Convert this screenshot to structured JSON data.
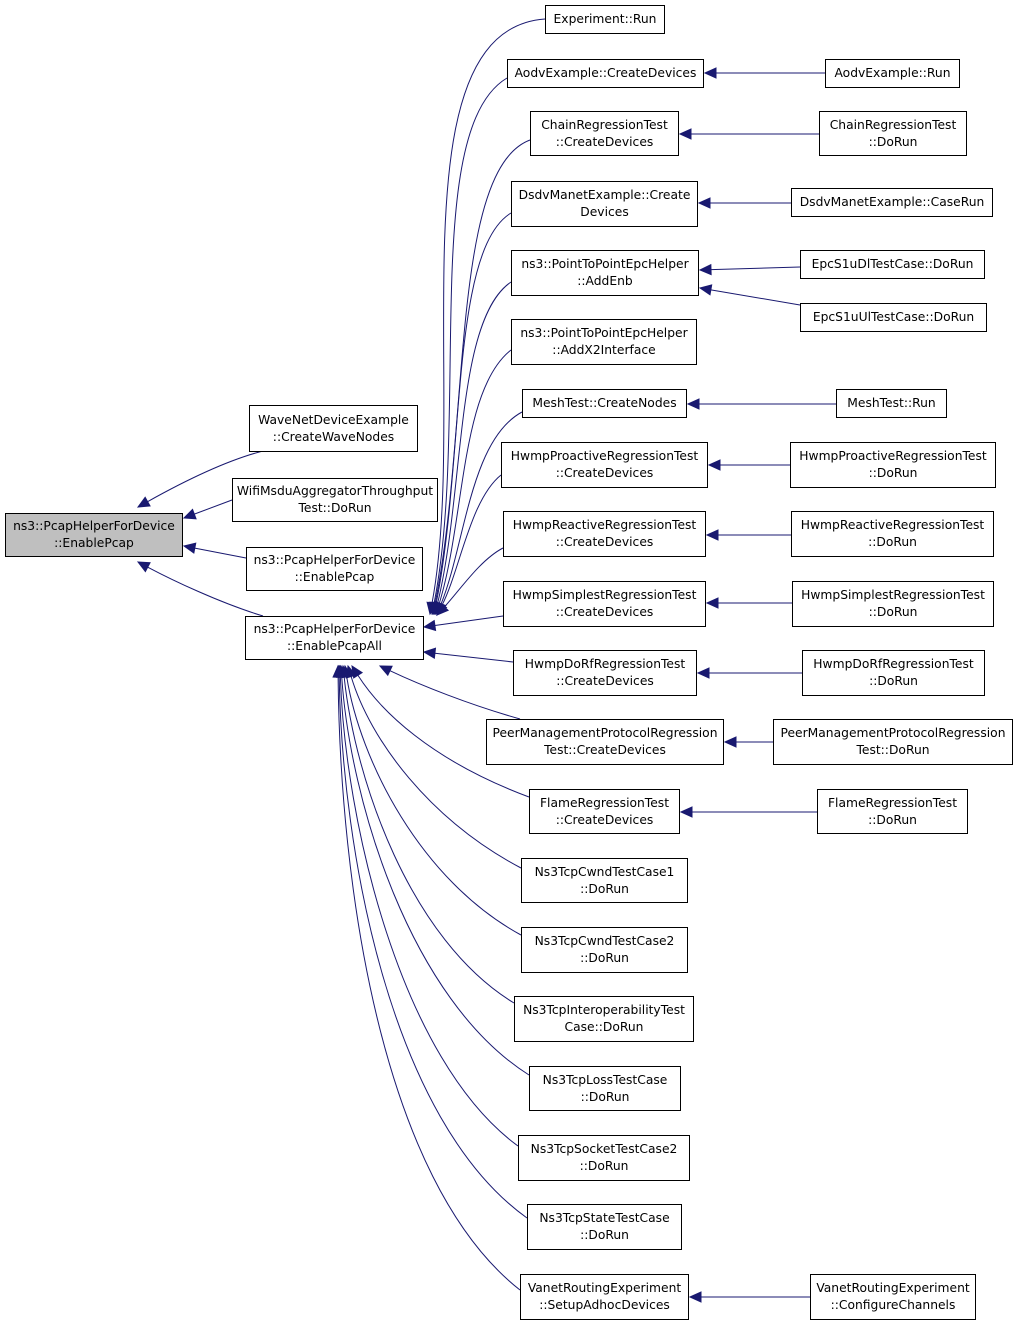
{
  "colors": {
    "edge": "#191970",
    "node_border": "#000000",
    "root_fill": "#bfbfbf",
    "node_fill": "#ffffff"
  },
  "nodes": [
    {
      "id": "root",
      "label": "ns3::PcapHelperForDevice\n::EnablePcap",
      "root": true
    },
    {
      "id": "wave",
      "label": "WaveNetDeviceExample\n::CreateWaveNodes"
    },
    {
      "id": "wifi",
      "label": "WifiMsduAggregatorThroughput\nTest::DoRun"
    },
    {
      "id": "enpcap2",
      "label": "ns3::PcapHelperForDevice\n::EnablePcap"
    },
    {
      "id": "all",
      "label": "ns3::PcapHelperForDevice\n::EnablePcapAll"
    },
    {
      "id": "exp",
      "label": "Experiment::Run"
    },
    {
      "id": "aodvc",
      "label": "AodvExample::CreateDevices"
    },
    {
      "id": "chainc",
      "label": "ChainRegressionTest\n::CreateDevices"
    },
    {
      "id": "dsdvc",
      "label": "DsdvManetExample::Create\nDevices"
    },
    {
      "id": "addenb",
      "label": "ns3::PointToPointEpcHelper\n::AddEnb"
    },
    {
      "id": "addx2",
      "label": "ns3::PointToPointEpcHelper\n::AddX2Interface"
    },
    {
      "id": "meshc",
      "label": "MeshTest::CreateNodes"
    },
    {
      "id": "hproc",
      "label": "HwmpProactiveRegressionTest\n::CreateDevices"
    },
    {
      "id": "hreac",
      "label": "HwmpReactiveRegressionTest\n::CreateDevices"
    },
    {
      "id": "hsimc",
      "label": "HwmpSimplestRegressionTest\n::CreateDevices"
    },
    {
      "id": "hdorfc",
      "label": "HwmpDoRfRegressionTest\n::CreateDevices"
    },
    {
      "id": "peerc",
      "label": "PeerManagementProtocolRegression\nTest::CreateDevices"
    },
    {
      "id": "flamec",
      "label": "FlameRegressionTest\n::CreateDevices"
    },
    {
      "id": "cwnd1",
      "label": "Ns3TcpCwndTestCase1\n::DoRun"
    },
    {
      "id": "cwnd2",
      "label": "Ns3TcpCwndTestCase2\n::DoRun"
    },
    {
      "id": "interop",
      "label": "Ns3TcpInteroperabilityTest\nCase::DoRun"
    },
    {
      "id": "loss",
      "label": "Ns3TcpLossTestCase\n::DoRun"
    },
    {
      "id": "sock2",
      "label": "Ns3TcpSocketTestCase2\n::DoRun"
    },
    {
      "id": "state",
      "label": "Ns3TcpStateTestCase\n::DoRun"
    },
    {
      "id": "vanetc",
      "label": "VanetRoutingExperiment\n::SetupAdhocDevices"
    },
    {
      "id": "aodvr",
      "label": "AodvExample::Run"
    },
    {
      "id": "chainr",
      "label": "ChainRegressionTest\n::DoRun"
    },
    {
      "id": "dsdvr",
      "label": "DsdvManetExample::CaseRun"
    },
    {
      "id": "epcdl",
      "label": "EpcS1uDlTestCase::DoRun"
    },
    {
      "id": "epcul",
      "label": "EpcS1uUlTestCase::DoRun"
    },
    {
      "id": "meshr",
      "label": "MeshTest::Run"
    },
    {
      "id": "hprocr",
      "label": "HwmpProactiveRegressionTest\n::DoRun"
    },
    {
      "id": "hreacr",
      "label": "HwmpReactiveRegressionTest\n::DoRun"
    },
    {
      "id": "hsimr",
      "label": "HwmpSimplestRegressionTest\n::DoRun"
    },
    {
      "id": "hdorfr",
      "label": "HwmpDoRfRegressionTest\n::DoRun"
    },
    {
      "id": "peerr",
      "label": "PeerManagementProtocolRegression\nTest::DoRun"
    },
    {
      "id": "flamer",
      "label": "FlameRegressionTest\n::DoRun"
    },
    {
      "id": "vanetr",
      "label": "VanetRoutingExperiment\n::ConfigureChannels"
    }
  ],
  "edges": [
    {
      "from": "wave",
      "to": "root"
    },
    {
      "from": "wifi",
      "to": "root"
    },
    {
      "from": "enpcap2",
      "to": "root"
    },
    {
      "from": "all",
      "to": "root"
    },
    {
      "from": "exp",
      "to": "all"
    },
    {
      "from": "aodvc",
      "to": "all"
    },
    {
      "from": "chainc",
      "to": "all"
    },
    {
      "from": "dsdvc",
      "to": "all"
    },
    {
      "from": "addenb",
      "to": "all"
    },
    {
      "from": "addx2",
      "to": "all"
    },
    {
      "from": "meshc",
      "to": "all"
    },
    {
      "from": "hproc",
      "to": "all"
    },
    {
      "from": "hreac",
      "to": "all"
    },
    {
      "from": "hsimc",
      "to": "all"
    },
    {
      "from": "hdorfc",
      "to": "all"
    },
    {
      "from": "peerc",
      "to": "all"
    },
    {
      "from": "flamec",
      "to": "all"
    },
    {
      "from": "cwnd1",
      "to": "all"
    },
    {
      "from": "cwnd2",
      "to": "all"
    },
    {
      "from": "interop",
      "to": "all"
    },
    {
      "from": "loss",
      "to": "all"
    },
    {
      "from": "sock2",
      "to": "all"
    },
    {
      "from": "state",
      "to": "all"
    },
    {
      "from": "vanetc",
      "to": "all"
    },
    {
      "from": "aodvr",
      "to": "aodvc"
    },
    {
      "from": "chainr",
      "to": "chainc"
    },
    {
      "from": "dsdvr",
      "to": "dsdvc"
    },
    {
      "from": "epcdl",
      "to": "addenb"
    },
    {
      "from": "epcul",
      "to": "addenb"
    },
    {
      "from": "meshr",
      "to": "meshc"
    },
    {
      "from": "hprocr",
      "to": "hproc"
    },
    {
      "from": "hreacr",
      "to": "hreac"
    },
    {
      "from": "hsimr",
      "to": "hsimc"
    },
    {
      "from": "hdorfr",
      "to": "hdorfc"
    },
    {
      "from": "peerr",
      "to": "peerc"
    },
    {
      "from": "flamer",
      "to": "flamec"
    },
    {
      "from": "vanetr",
      "to": "vanetc"
    }
  ]
}
